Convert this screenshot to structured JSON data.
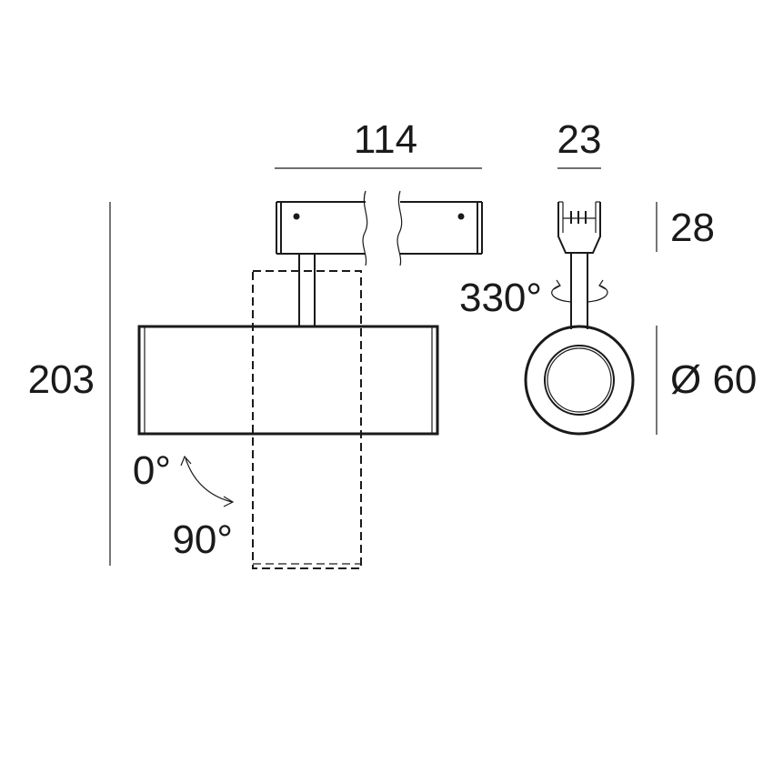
{
  "dimensions": {
    "track_length": "114",
    "adapter_width": "23",
    "adapter_height": "28",
    "total_height": "203",
    "diameter": "Ø 60"
  },
  "angles": {
    "rotation": "330°",
    "tilt_start": "0°",
    "tilt_end": "90°"
  },
  "colors": {
    "line": "#1a1a1a",
    "background": "#ffffff"
  }
}
